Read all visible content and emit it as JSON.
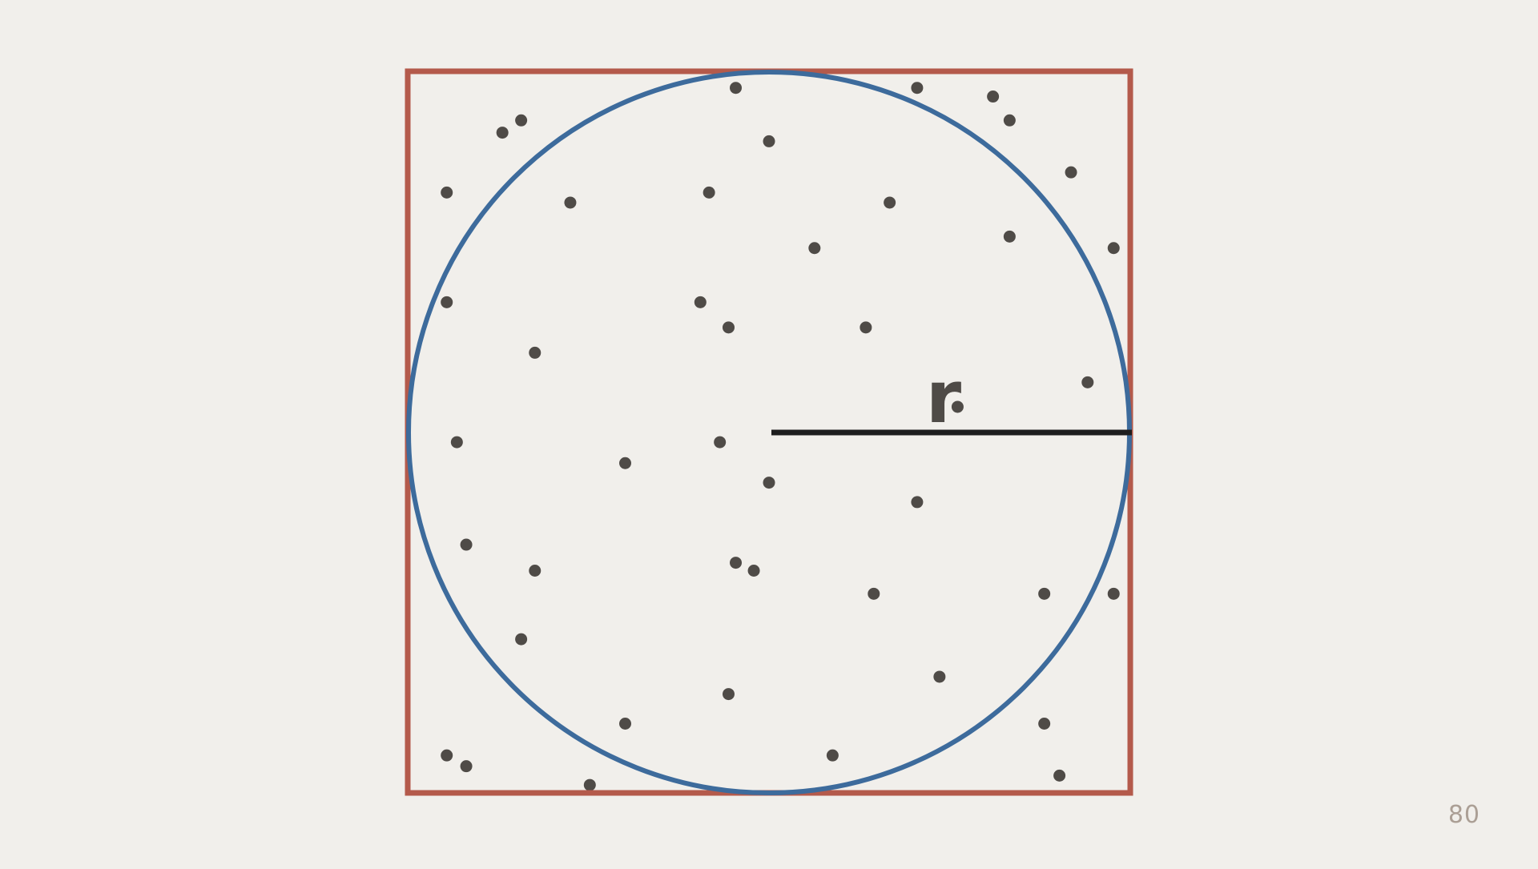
{
  "diagram": {
    "radius_label": "r",
    "page_number": "80",
    "colors": {
      "background": "#f1efeb",
      "square": "#b45a4b",
      "circle": "#3d6b9c",
      "radius_line": "#1e1e1e",
      "points": "#4f4b47",
      "label": "#4f4b47",
      "page_number": "#ab9f95"
    },
    "points": [
      [
        0.454,
        0.977
      ],
      [
        0.705,
        0.977
      ],
      [
        0.81,
        0.965
      ],
      [
        0.833,
        0.932
      ],
      [
        0.131,
        0.915
      ],
      [
        0.157,
        0.932
      ],
      [
        0.5,
        0.903
      ],
      [
        0.054,
        0.832
      ],
      [
        0.225,
        0.818
      ],
      [
        0.417,
        0.832
      ],
      [
        0.667,
        0.818
      ],
      [
        0.918,
        0.86
      ],
      [
        0.563,
        0.755
      ],
      [
        0.833,
        0.771
      ],
      [
        0.977,
        0.755
      ],
      [
        0.054,
        0.68
      ],
      [
        0.405,
        0.68
      ],
      [
        0.444,
        0.645
      ],
      [
        0.634,
        0.645
      ],
      [
        0.176,
        0.61
      ],
      [
        0.761,
        0.535
      ],
      [
        0.941,
        0.569
      ],
      [
        0.068,
        0.486
      ],
      [
        0.432,
        0.486
      ],
      [
        0.301,
        0.457
      ],
      [
        0.5,
        0.43
      ],
      [
        0.705,
        0.403
      ],
      [
        0.081,
        0.344
      ],
      [
        0.176,
        0.308
      ],
      [
        0.454,
        0.319
      ],
      [
        0.479,
        0.308
      ],
      [
        0.645,
        0.276
      ],
      [
        0.881,
        0.276
      ],
      [
        0.977,
        0.276
      ],
      [
        0.157,
        0.213
      ],
      [
        0.736,
        0.161
      ],
      [
        0.444,
        0.137
      ],
      [
        0.301,
        0.096
      ],
      [
        0.588,
        0.052
      ],
      [
        0.881,
        0.096
      ],
      [
        0.054,
        0.052
      ],
      [
        0.081,
        0.037
      ],
      [
        0.252,
        0.011
      ],
      [
        0.902,
        0.024
      ]
    ]
  }
}
